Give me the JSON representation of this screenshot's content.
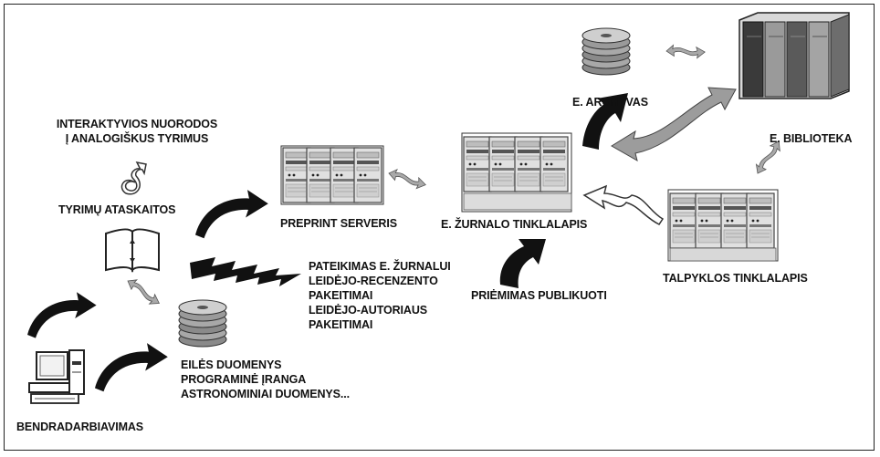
{
  "labels": {
    "interactive_links": [
      "INTERAKTYVIOS NUORODOS",
      "Į ANALOGIŠKUS TYRIMUS"
    ],
    "research_reports": "TYRIMŲ ATASKAITOS",
    "preprint_server": "PREPRINT SERVERIS",
    "journal_website": "E. ŽURNALO TINKLALAPIS",
    "archive": "E. ARCHYVAS",
    "library": "E. BIBLIOTEKA",
    "mirror_site": "TALPYKLOS TINKLALAPIS",
    "submission": [
      "PATEIKIMAS E. ŽURNALUI",
      "LEIDĖJO-RECENZENTO",
      "PAKEITIMAI",
      "LEIDĖJO-AUTORIAUS",
      "PAKEITIMAI"
    ],
    "accepted": "PRIĖMIMAS PUBLIKUOTI",
    "data_items": [
      "EILĖS DUOMENYS",
      "PROGRAMINĖ ĮRANGA",
      "ASTRONOMINIAI DUOMENYS..."
    ],
    "collaboration": "BENDRADARBIAVIMAS"
  },
  "icons": {
    "computer": "computer-icon",
    "book": "open-book-icon",
    "disk_stack": "disk-stack-icon",
    "server": "server-rack-icon",
    "bookshelf": "bookshelf-icon",
    "lightning": "lightning-arrow-icon"
  }
}
